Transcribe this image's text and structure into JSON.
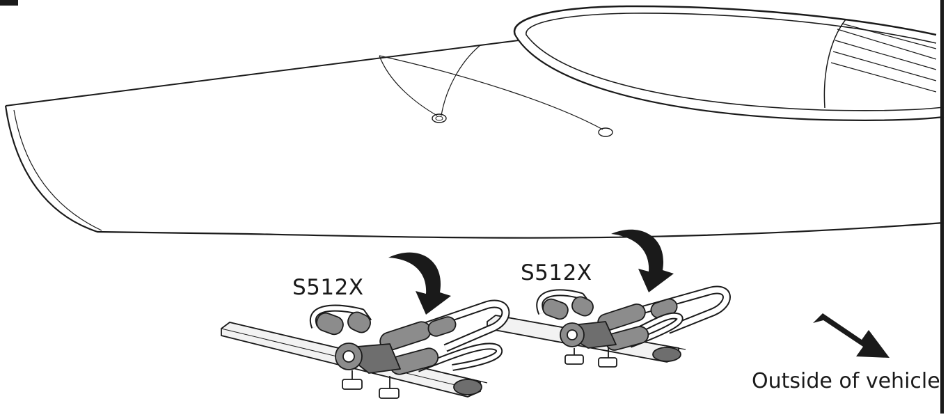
{
  "labels": {
    "carrier_left": "S512X",
    "carrier_right": "S512X",
    "direction": "Outside of vehicle"
  },
  "colors": {
    "line": "#1a1a1a",
    "foam": "#8c8c8c",
    "foam_dark": "#6e6e6e",
    "bar": "#f2f2f2",
    "background": "#ffffff"
  }
}
